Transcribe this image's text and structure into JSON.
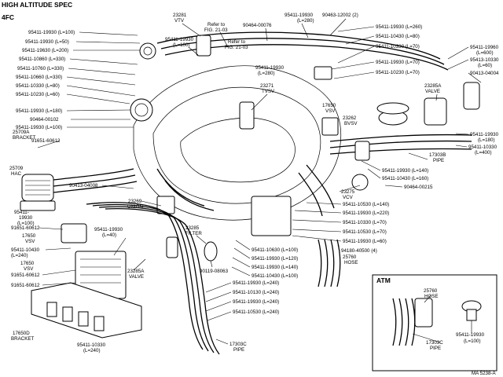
{
  "header": {
    "title": "HIGH ALTITUDE SPEC",
    "subtitle": "4FC"
  },
  "figure_id": "MA 5238-A",
  "atm_box": {
    "title": "ATM",
    "hose_label": "25760",
    "hose_sub": "HOSE",
    "pipe_label": "17303C",
    "pipe_sub": "PIPE",
    "hose2_label": "95411-19930",
    "hose2_sub": "(L=100)"
  },
  "callouts": {
    "c1": "95411-19930 (L=100)",
    "c2": "95411-19930 (L=50)",
    "c3": "95411-19630 (L=200)",
    "c4": "95411-10860 (L=330)",
    "c5": "95411-10760 (L=330)",
    "c6": "95411-10660 (L=330)",
    "c7": "95411-10330 (L=80)",
    "c8": "95411-10230 (L=60)",
    "c9": "95411-19930 (L=180)",
    "c10": "90464-00102",
    "c11": "95411-19930 (L=100)",
    "c12": "25709A",
    "c12b": "BRACKET",
    "c13": "91651-60612",
    "c14": "25709",
    "c14b": "HAC",
    "c15": "90413-04008",
    "c16": "95411-",
    "c16b": "19930",
    "c16c": "(L=100)",
    "c17": "91651-60612",
    "c18": "17650",
    "c18b": "VSV",
    "c19": "95411-10430",
    "c19b": "(L=240)",
    "c20": "17650",
    "c20b": "VSV",
    "c21": "91651-60612",
    "c22": "91651-60612",
    "c23": "17650D",
    "c23b": "BRACKET",
    "c24": "95411-10330",
    "c24b": "(L=240)",
    "t1": "23281",
    "t1b": "VTV",
    "t2": "95411-19930",
    "t2b": "(L=100)",
    "t3": "Refer to",
    "t3b": "FIG. 21-03",
    "t4": "Refer to",
    "t4b": "FIG. 21-03",
    "t5": "90464-00076",
    "t6": "95411-19930",
    "t6b": "(L=280)",
    "t7": "90463-12002 (2)",
    "t8": "23271",
    "t8b": "TVSV",
    "t9": "95411-19930",
    "t9b": "(L=280)",
    "r1": "95411-19930 (L=260)",
    "r2": "95411-10430 (L=80)",
    "r3": "95411-10330 (L=70)",
    "r4": "95411-19930 (L=70)",
    "r5": "95411-10230 (L=70)",
    "r6": "95411-19960",
    "r6b": "(L=600)",
    "r7": "95413-10330",
    "r7b": "(L=60)",
    "r8": "90413-04004",
    "r9": "23285A",
    "r9b": "VALVE",
    "r10": "17650",
    "r10b": "VSV",
    "r11": "95411-19930",
    "r11b": "(L=180)",
    "r12": "95411-10330",
    "r12b": "(L=400)",
    "r13": "17303B",
    "r13b": "PIPE",
    "r14": "23262",
    "r14b": "BVSV",
    "r15": "95411-19930 (L=140)",
    "r16": "95411-10430 (L=160)",
    "r17": "90464-00215",
    "r18": "23275",
    "r18b": "VCV",
    "r19": "95411-10530 (L=140)",
    "r20": "95411-19930 (L=220)",
    "r21": "95411-10330 (L=70)",
    "r22": "95411-10530 (L=70)",
    "r23": "95411-19930 (L=60)",
    "r24": "94180-40500 (4)",
    "r25": "25760",
    "r25b": "HOSE",
    "m1": "23269",
    "m1b": "UNION",
    "m2": "95411-19930",
    "m2b": "(L=40)",
    "m3": "23285",
    "m3b": "FILTER",
    "m4": "23285A",
    "m4b": "VALVE",
    "m5": "90119-08063",
    "b1": "95411-10630 (L=100)",
    "b2": "95411-19930 (L=120)",
    "b3": "95411-19930 (L=140)",
    "b4": "95411-10430 (L=100)",
    "b5": "95411-19930 (L=240)",
    "b6": "95411-10130 (L=240)",
    "b7": "95411-19930 (L=240)",
    "b8": "95411-10530 (L=240)",
    "b9": "17303C",
    "b9b": "PIPE"
  }
}
